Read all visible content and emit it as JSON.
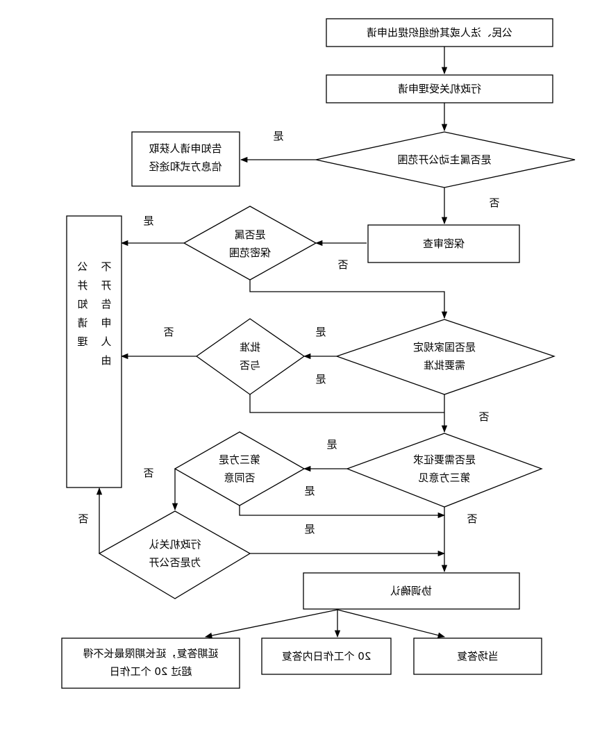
{
  "mirrored": true,
  "nodes": {
    "apply": "公民、法人或其他组织提出申请",
    "accept": "行政机关受理申请",
    "active_scope": "是否属主动公开范围",
    "inform_channel": [
      "告知申请人获取",
      "信息方式和途径"
    ],
    "secrecy_review": "保密审查",
    "is_secret": [
      "是否属",
      "保密范围"
    ],
    "state_approval": [
      "是否国家规定",
      "需要批准"
    ],
    "approved": [
      "批准",
      "与否"
    ],
    "third_party_needed": [
      "是否需要征求",
      "第三方意见"
    ],
    "third_party_agree": [
      "第三方是",
      "否同意"
    ],
    "agency_decides": [
      "行政机关认",
      "为是否公开"
    ],
    "coordinate": "协调确认",
    "reply_onsite": "当场答复",
    "reply_20days": "20 个工作日内答复",
    "reply_extended": [
      "延期答复，延长期限最长不得",
      "超过 20 个工作日"
    ],
    "refuse": [
      "不",
      "开",
      "告",
      "申",
      "人",
      "由",
      "公",
      "并",
      "知",
      "请",
      "理"
    ]
  },
  "edge_labels": {
    "yes": "是",
    "no": "否"
  }
}
